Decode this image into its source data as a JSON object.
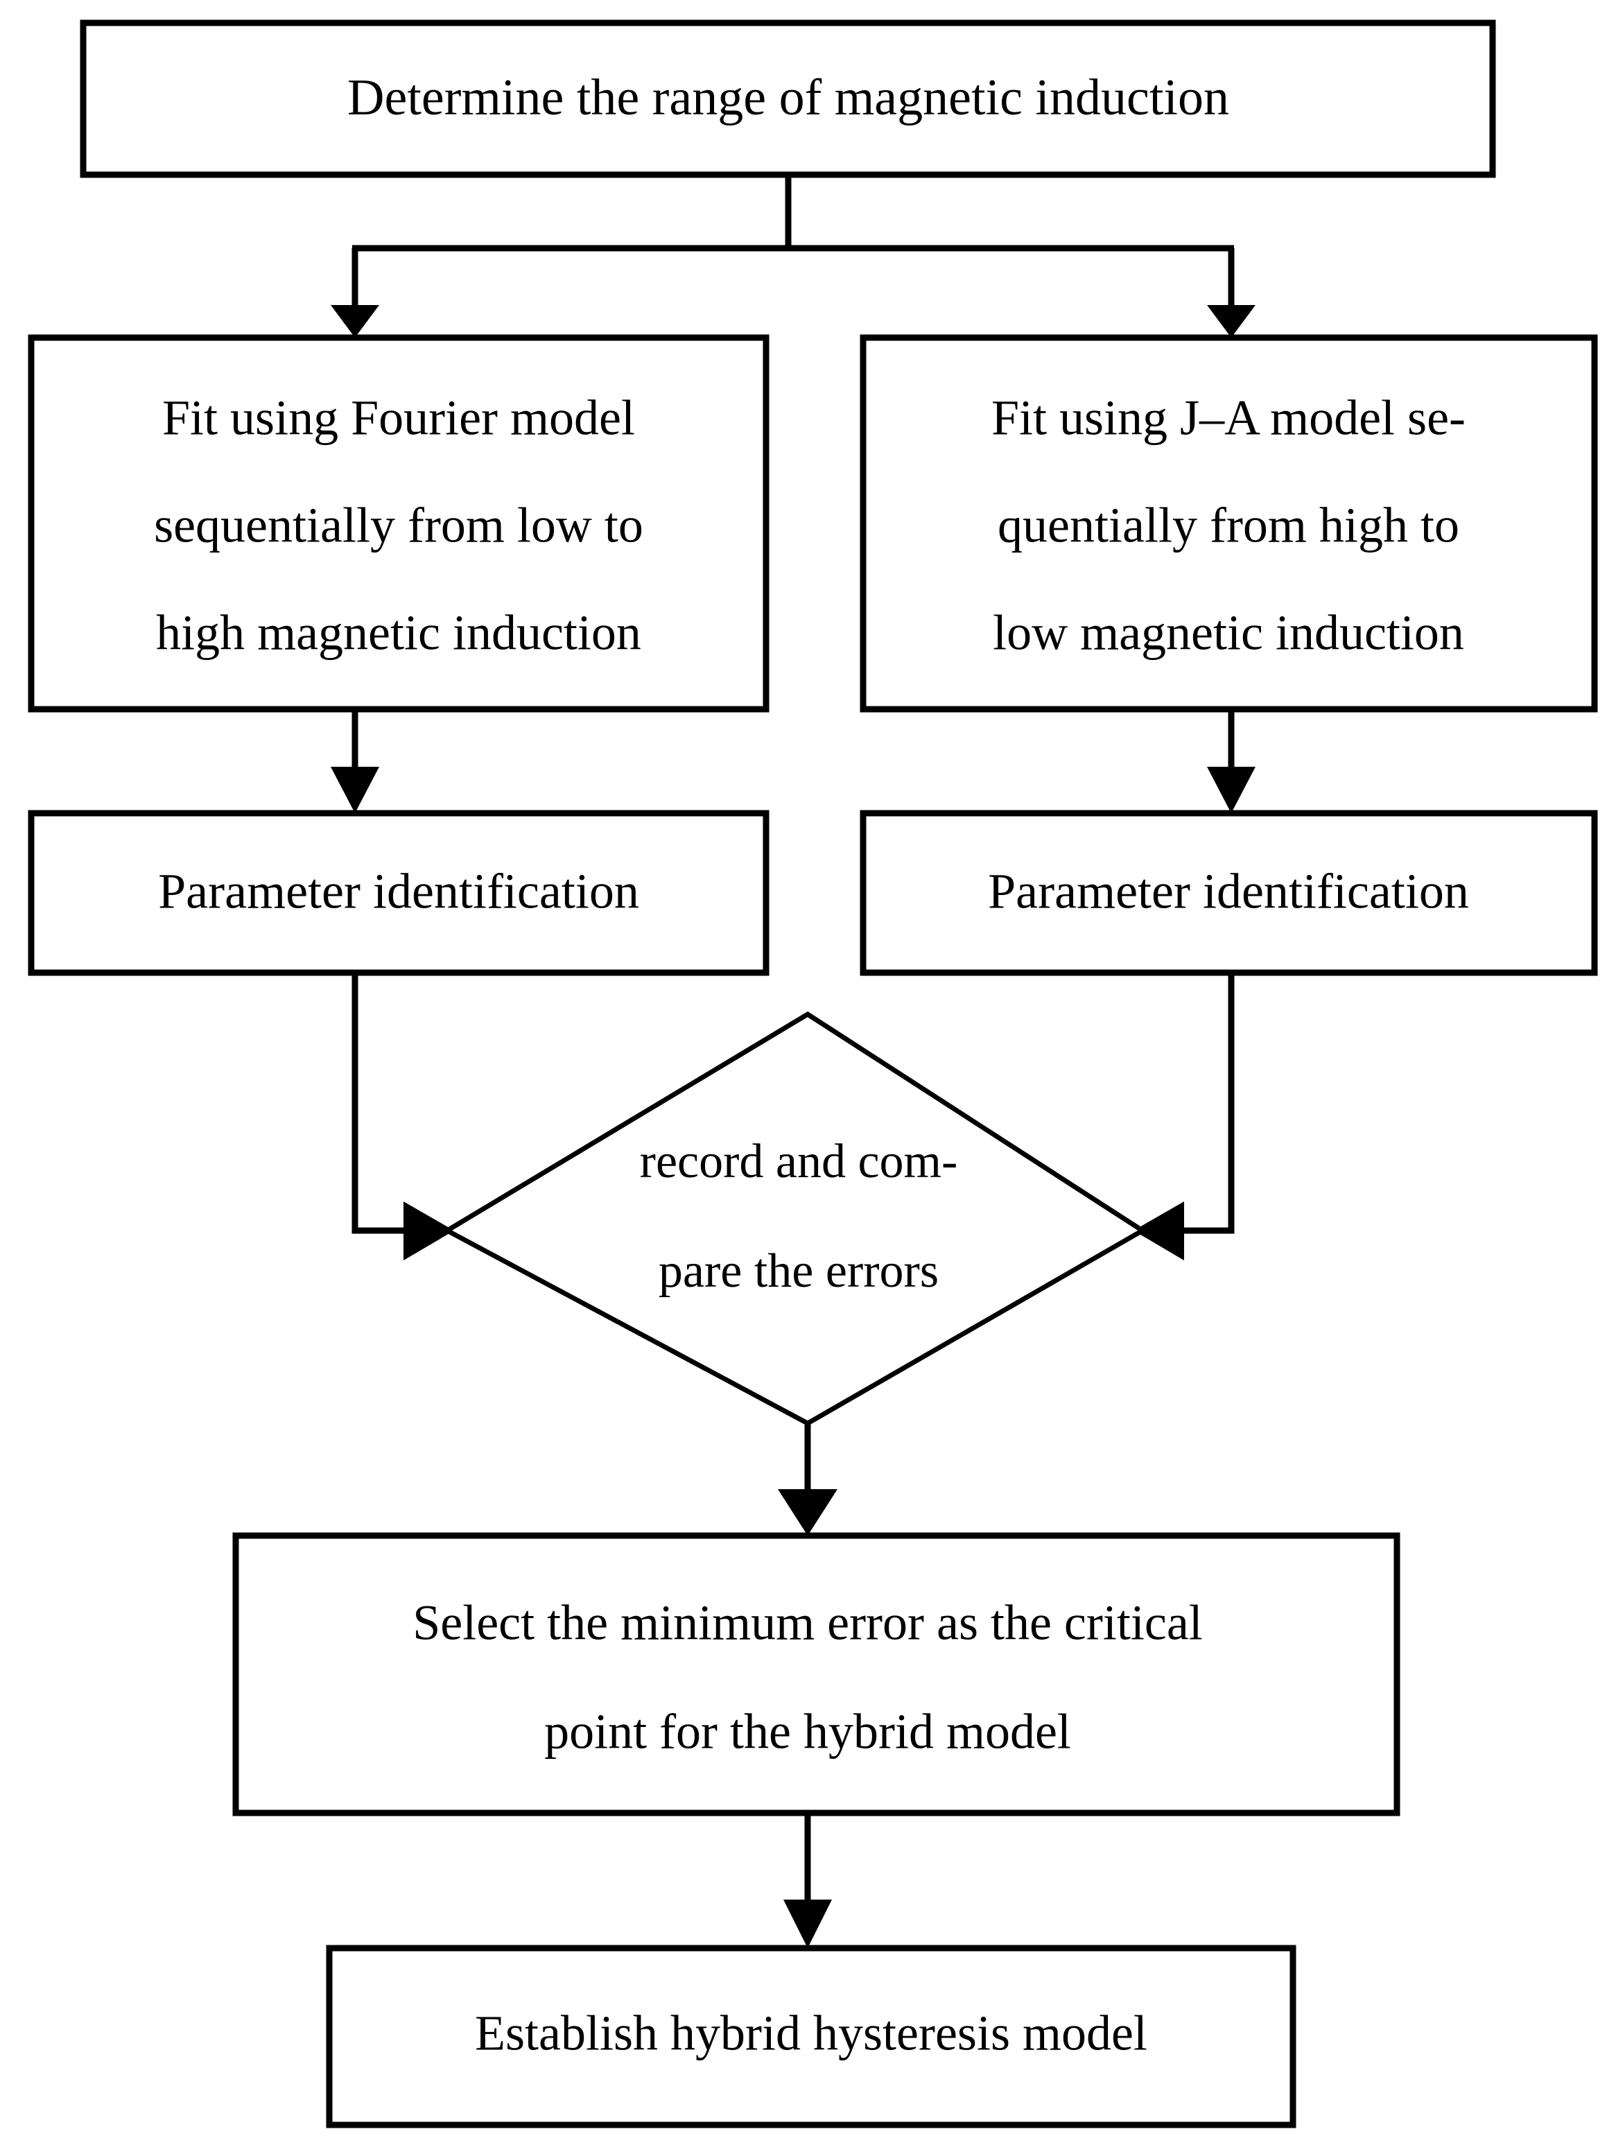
{
  "diagram": {
    "title": "Hybrid hysteresis model identification flowchart",
    "background_color": "#ffffff",
    "stroke_color": "#000000",
    "nodes": {
      "determine_range": {
        "shape": "rectangle",
        "lines": [
          "Determine the range of magnetic induction"
        ]
      },
      "fit_fourier": {
        "shape": "rectangle",
        "lines": [
          "Fit using Fourier model",
          "sequentially from low to",
          "high magnetic induction"
        ]
      },
      "fit_ja": {
        "shape": "rectangle",
        "lines": [
          "Fit using J–A model se-",
          "quentially from high to",
          "low magnetic induction"
        ]
      },
      "param_left": {
        "shape": "rectangle",
        "lines": [
          "Parameter identification"
        ]
      },
      "param_right": {
        "shape": "rectangle",
        "lines": [
          "Parameter identification"
        ]
      },
      "compare_errors": {
        "shape": "diamond",
        "lines": [
          "record and com-",
          "pare the errors"
        ]
      },
      "select_min_error": {
        "shape": "rectangle",
        "lines": [
          "Select the minimum error as the critical",
          "point for the hybrid model"
        ]
      },
      "establish_model": {
        "shape": "rectangle",
        "lines": [
          "Establish hybrid hysteresis model"
        ]
      }
    },
    "edges": [
      {
        "from": "determine_range",
        "to": "fit_fourier",
        "style": "elbow-split",
        "arrow": "down"
      },
      {
        "from": "determine_range",
        "to": "fit_ja",
        "style": "elbow-split",
        "arrow": "down"
      },
      {
        "from": "fit_fourier",
        "to": "param_left",
        "style": "straight",
        "arrow": "down"
      },
      {
        "from": "fit_ja",
        "to": "param_right",
        "style": "straight",
        "arrow": "down"
      },
      {
        "from": "param_left",
        "to": "compare_errors",
        "style": "elbow",
        "arrow": "right"
      },
      {
        "from": "param_right",
        "to": "compare_errors",
        "style": "elbow",
        "arrow": "left"
      },
      {
        "from": "compare_errors",
        "to": "select_min_error",
        "style": "straight",
        "arrow": "down"
      },
      {
        "from": "select_min_error",
        "to": "establish_model",
        "style": "straight",
        "arrow": "down"
      }
    ]
  }
}
